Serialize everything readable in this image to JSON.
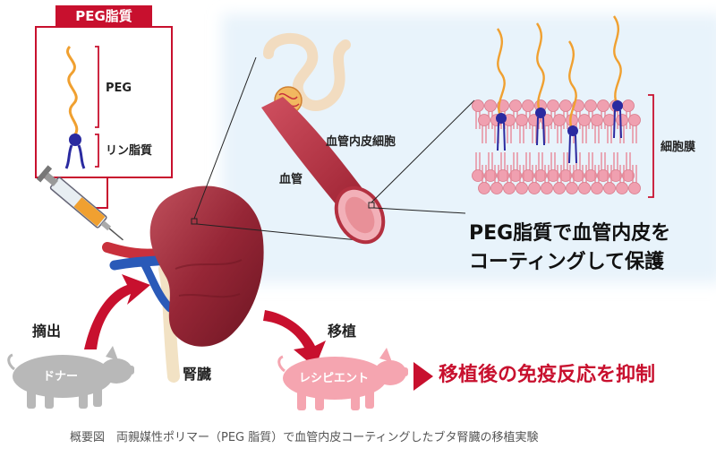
{
  "legend": {
    "title": "PEG脂質",
    "peg_label": "PEG",
    "lipid_label": "リン脂質"
  },
  "labels": {
    "blood_vessel": "血管",
    "endothelial_cells": "血管内皮細胞",
    "cell_membrane": "細胞膜",
    "extraction": "摘出",
    "transplant": "移植",
    "kidney": "腎臓",
    "donor": "ドナー",
    "recipient": "レシピエント"
  },
  "messages": {
    "protection_line1": "PEG脂質で血管内皮を",
    "protection_line2": "コーティングして保護",
    "result": "移植後の免疫反応を抑制"
  },
  "caption": "概要図　両親媒性ポリマー（PEG 脂質）で血管内皮コーティングしたブタ腎臓の移植実験",
  "colors": {
    "accent_red": "#c8102e",
    "kidney": "#8b2030",
    "vessel": "#b33040",
    "membrane_pink": "#f0a0b0",
    "peg_orange": "#f0a030",
    "lipid_blue": "#2a2aa0",
    "pig_gray": "#b8b8b8",
    "pig_pink": "#f5a5b0",
    "panel_blue": "#e8f3fb"
  }
}
